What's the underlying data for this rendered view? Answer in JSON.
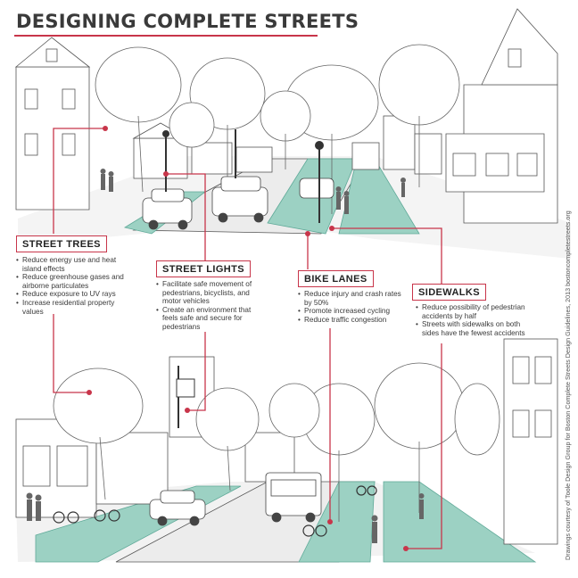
{
  "title": "DESIGNING COMPLETE STREETS",
  "sections": [
    {
      "id": "street-trees",
      "heading": "STREET TREES",
      "bullets": [
        "Reduce energy use and heat island effects",
        "Reduce greenhouse gases and airborne particulates",
        "Reduce exposure to UV rays",
        "Increase residential property values"
      ]
    },
    {
      "id": "street-lights",
      "heading": "STREET LIGHTS",
      "bullets": [
        "Facilitate safe movement of pedestrians, bicyclists, and motor vehicles",
        "Create an environment that feels safe and secure for pedestrians"
      ]
    },
    {
      "id": "bike-lanes",
      "heading": "BIKE LANES",
      "bullets": [
        "Reduce injury and crash rates by 50%",
        "Promote increased cycling",
        "Reduce traffic congestion"
      ]
    },
    {
      "id": "sidewalks",
      "heading": "SIDEWALKS",
      "bullets": [
        "Reduce possibility of pedestrian accidents by half",
        "Streets with sidewalks on both sides have the fewest accidents"
      ]
    }
  ],
  "credit": "Drawings courtesy of Toole Design Group for Boston Complete Streets Design Guidelines, 2013 bostoncompletestreets.org",
  "colors": {
    "accent": "#c8354a",
    "green": "#9cd1c3",
    "green_dark": "#5fa998",
    "ink": "#3a3a3a"
  }
}
